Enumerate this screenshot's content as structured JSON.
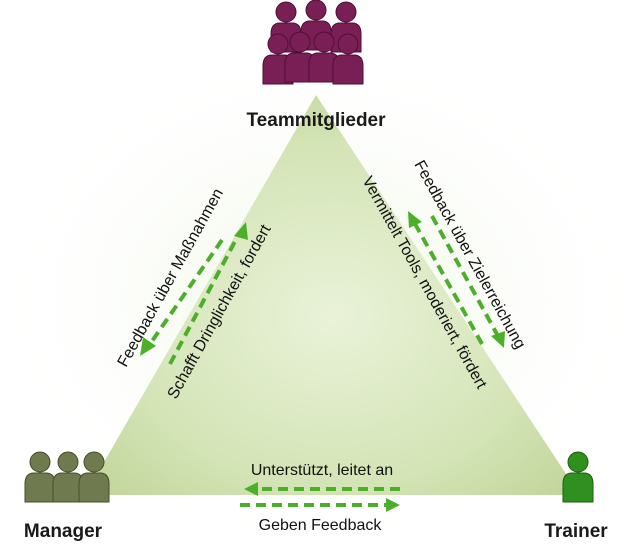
{
  "nodes": {
    "team": {
      "label": "Teammitglieder",
      "color": "#7a1f56"
    },
    "manager": {
      "label": "Manager",
      "color": "#6f7a4e"
    },
    "trainer": {
      "label": "Trainer",
      "color": "#2f8f1f"
    }
  },
  "edges": {
    "left_outer": "Feedback über Maßnahmen",
    "left_inner": "Schafft Dringlichkeit, fordert",
    "right_outer": "Feedback über Zielerreichung",
    "right_inner": "Vermittelt Tools, moderiert, fördert",
    "bottom_top": "Unterstützt, leitet an",
    "bottom_bottom": "Geben Feedback"
  },
  "colors": {
    "triangle_fill": "#c9dca6",
    "arrow": "#4caf2a"
  }
}
